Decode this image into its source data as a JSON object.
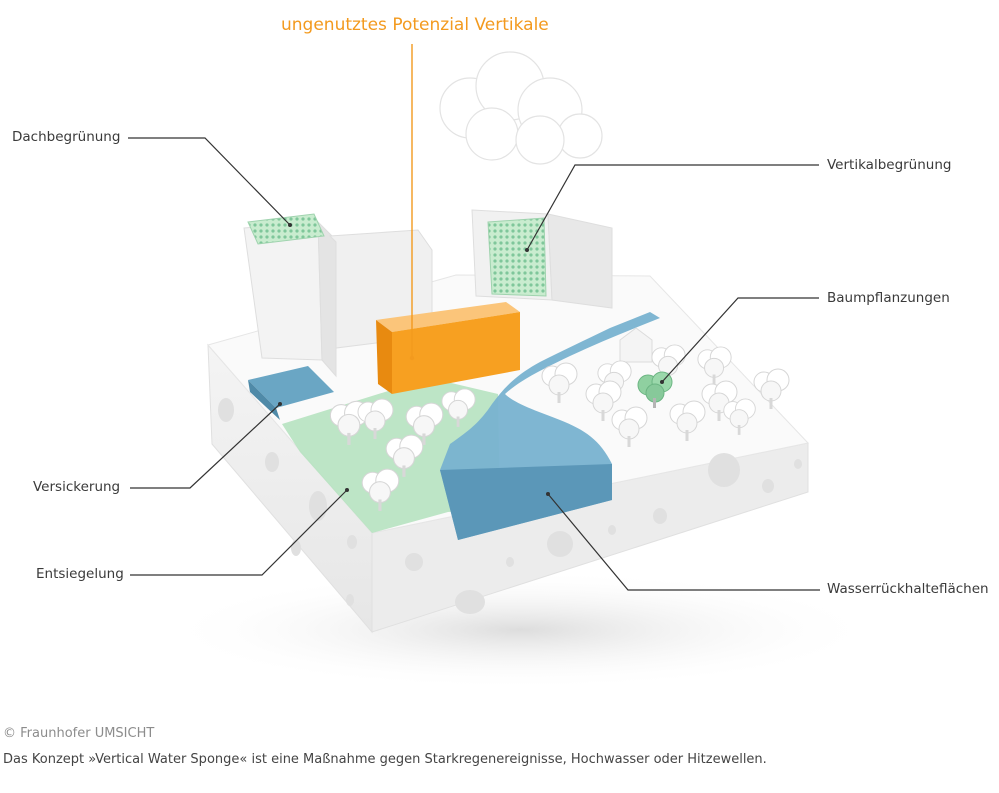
{
  "diagram": {
    "highlight_label": "ungenutztes Potenzial Vertikale",
    "labels": {
      "dachbegruenung": "Dachbegrünung",
      "vertikalbegruenung": "Vertikalbegrünung",
      "baumpflanzungen": "Baumpflanzungen",
      "versickerung": "Versickerung",
      "entsiegelung": "Entsiegelung",
      "wasserrueckhalteflaechen": "Wasserrückhalteflächen"
    },
    "colors": {
      "highlight": "#f39a1e",
      "water": "#5f9fbf",
      "green": "#a8d9b3",
      "block": "#f2f2f2"
    }
  },
  "caption": {
    "credit": "© Fraunhofer UMSICHT",
    "description": "Das Konzept »Vertical Water Sponge« ist eine Maßnahme gegen Starkregenereignisse, Hochwasser oder Hitzewellen."
  }
}
